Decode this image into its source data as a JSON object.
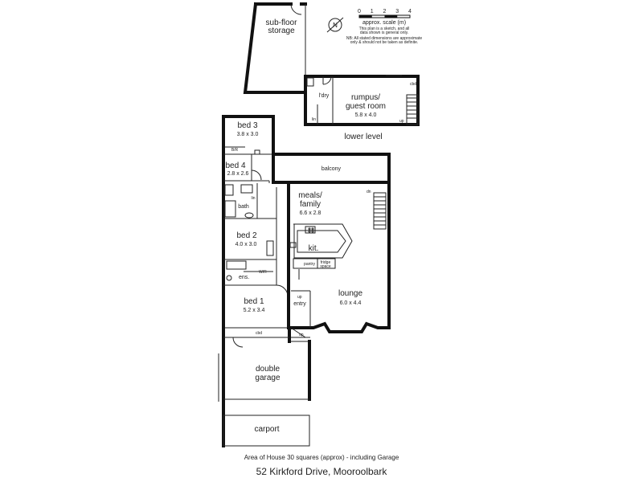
{
  "rooms": {
    "subfloor": "sub-floor\nstorage",
    "rumpus_l1": "rumpus/",
    "rumpus_l2": "guest room",
    "rumpus_dim": "5.8 x 4.0",
    "ldry": "l'dry",
    "lower_level": "lower level",
    "bed3": "bed 3",
    "bed3_dim": "3.8 x 3.0",
    "bed4": "bed 4",
    "bed4_dim": "2.8 x 2.6",
    "bath": "bath",
    "bed2": "bed 2",
    "bed2_dim": "4.0 x 3.0",
    "ens": "ens.",
    "wir": "W/R",
    "bed1": "bed 1",
    "bed1_dim": "5.2 x 3.4",
    "balcony": "balcony",
    "meals_l1": "meals/",
    "meals_l2": "family",
    "meals_dim": "6.6 x 2.8",
    "kit": "kit.",
    "pantry": "pantry",
    "fridge": "fridge\nspace",
    "lounge": "lounge",
    "lounge_dim": "6.0 x 4.4",
    "entry": "entry",
    "garage_l1": "double",
    "garage_l2": "garage",
    "carport": "carport",
    "dn": "dn",
    "up": "up",
    "bir": "B/R",
    "lin": "lin",
    "cbd": "cbd"
  },
  "scale": {
    "ticks": [
      "0",
      "1",
      "2",
      "3",
      "4"
    ],
    "label": "approx. scale (m)",
    "note1": "This plan is a sketch, and all",
    "note2": "data shown is general only.",
    "note3": "NB: All stated dimensions are approximate",
    "note4": "only & should not be taken as definite."
  },
  "compass": "N",
  "footer": {
    "area": "Area of House 30  squares (approx) - including Garage",
    "address": "52 Kirkford Drive, Mooroolbark"
  }
}
